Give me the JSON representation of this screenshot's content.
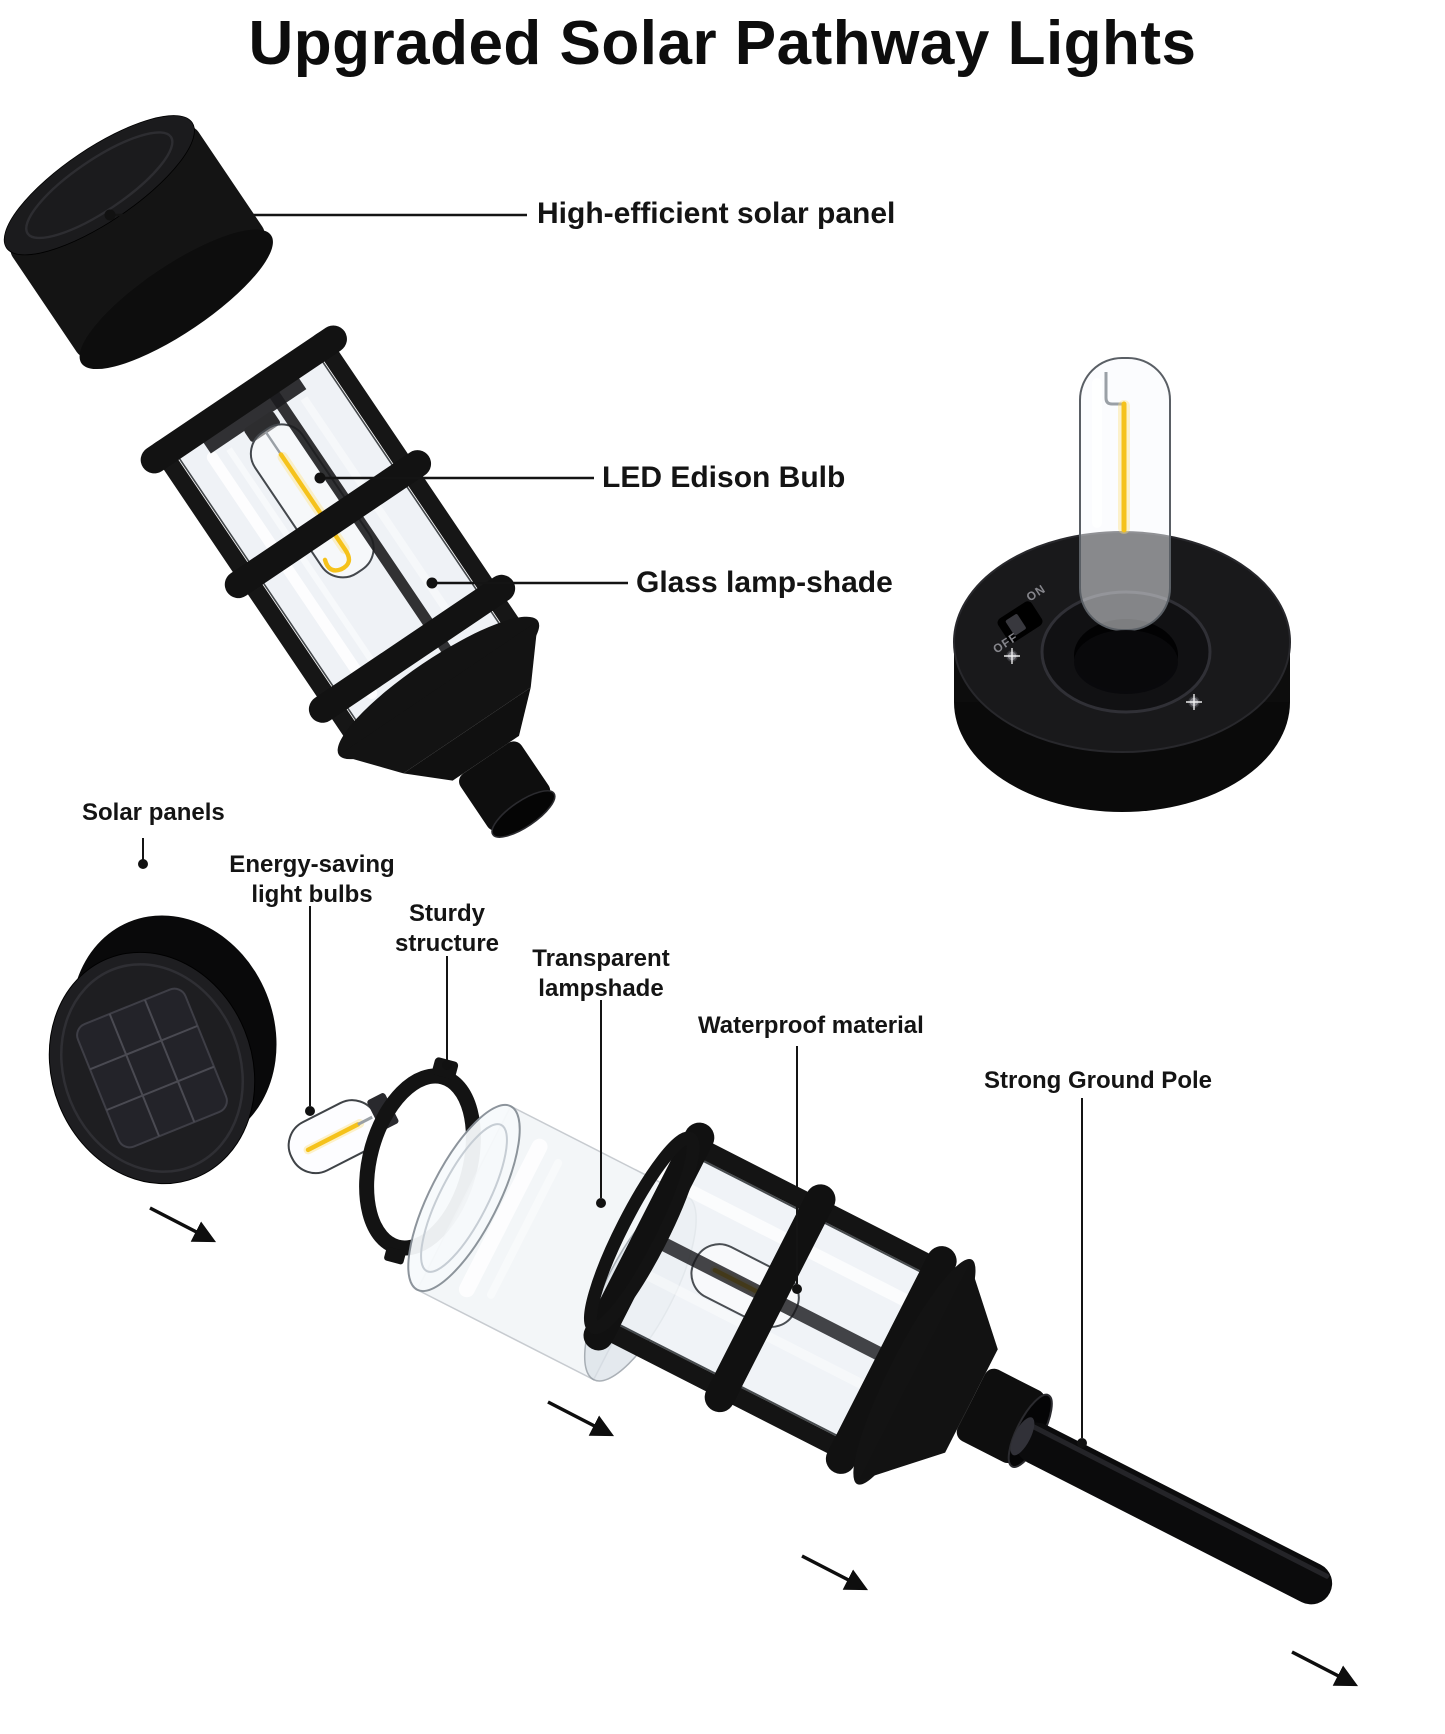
{
  "title": "Upgraded Solar Pathway Lights",
  "callouts": {
    "solar_panel": "High-efficient solar panel",
    "led_bulb": "LED Edison Bulb",
    "lamp_shade": "Glass lamp-shade"
  },
  "exploded_labels": {
    "solar_panels": "Solar panels",
    "energy_line1": "Energy-saving",
    "energy_line2": "light bulbs",
    "sturdy_line1": "Sturdy",
    "sturdy_line2": "structure",
    "transparent_line1": "Transparent",
    "transparent_line2": "lampshade",
    "waterproof": "Waterproof material",
    "ground_pole": "Strong Ground Pole"
  },
  "base_unit": {
    "switch_on_label": "ON",
    "switch_off_label": "OFF"
  },
  "colors": {
    "filament_yellow": "#F5C21B",
    "filament_glow": "#FFE07A",
    "body_black": "#121212",
    "text": "#141414",
    "background": "#FFFFFF"
  }
}
